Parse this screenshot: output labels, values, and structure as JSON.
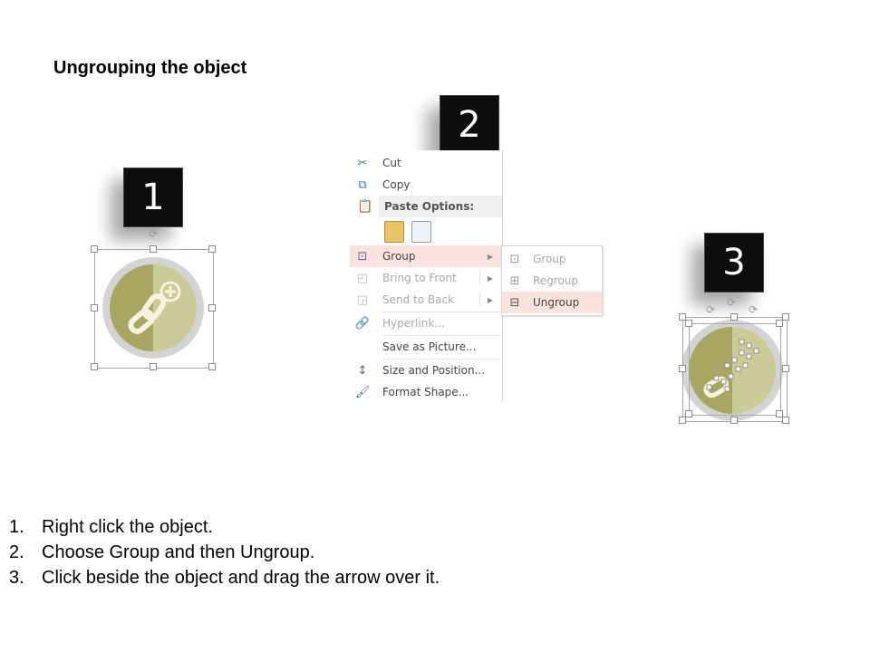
{
  "title": "Ungrouping the object",
  "steps": {
    "badge1": "1",
    "badge2": "2",
    "badge3": "3"
  },
  "context_menu": {
    "items": [
      {
        "label": "Cut",
        "icon": "scissors-icon",
        "enabled": true
      },
      {
        "label": "Copy",
        "icon": "copy-icon",
        "enabled": true
      },
      {
        "label": "Paste Options:",
        "icon": "paste-icon",
        "enabled": true
      },
      {
        "label": "Group",
        "icon": "group-icon",
        "enabled": true,
        "highlighted": true,
        "submenu": true
      },
      {
        "label": "Bring to Front",
        "icon": "bring-front-icon",
        "enabled": false,
        "submenu": true
      },
      {
        "label": "Send to Back",
        "icon": "send-back-icon",
        "enabled": false,
        "submenu": true
      },
      {
        "label": "Hyperlink...",
        "icon": "hyperlink-icon",
        "enabled": false
      },
      {
        "label": "Save as Picture...",
        "icon": "",
        "enabled": true
      },
      {
        "label": "Size and Position...",
        "icon": "size-position-icon",
        "enabled": true
      },
      {
        "label": "Format Shape...",
        "icon": "format-shape-icon",
        "enabled": true
      }
    ],
    "paste_buttons": [
      "paste-keep-text-icon",
      "paste-picture-icon"
    ]
  },
  "submenu": {
    "items": [
      {
        "label": "Group",
        "enabled": false
      },
      {
        "label": "Regroup",
        "enabled": false
      },
      {
        "label": "Ungroup",
        "enabled": true,
        "highlighted": true
      }
    ]
  },
  "instructions": [
    {
      "num": "1.",
      "text": "Right click the object."
    },
    {
      "num": "2.",
      "text": "Choose Group and then Ungroup."
    },
    {
      "num": "3.",
      "text": "Click beside the object and drag the arrow over it."
    }
  ],
  "colors": {
    "icon_dark": "#a8a662",
    "icon_light": "#cbcb98",
    "icon_ring": "#d3d3d3",
    "menu_highlight": "#fbe3dd",
    "badge_bg": "#0d0d0d"
  }
}
